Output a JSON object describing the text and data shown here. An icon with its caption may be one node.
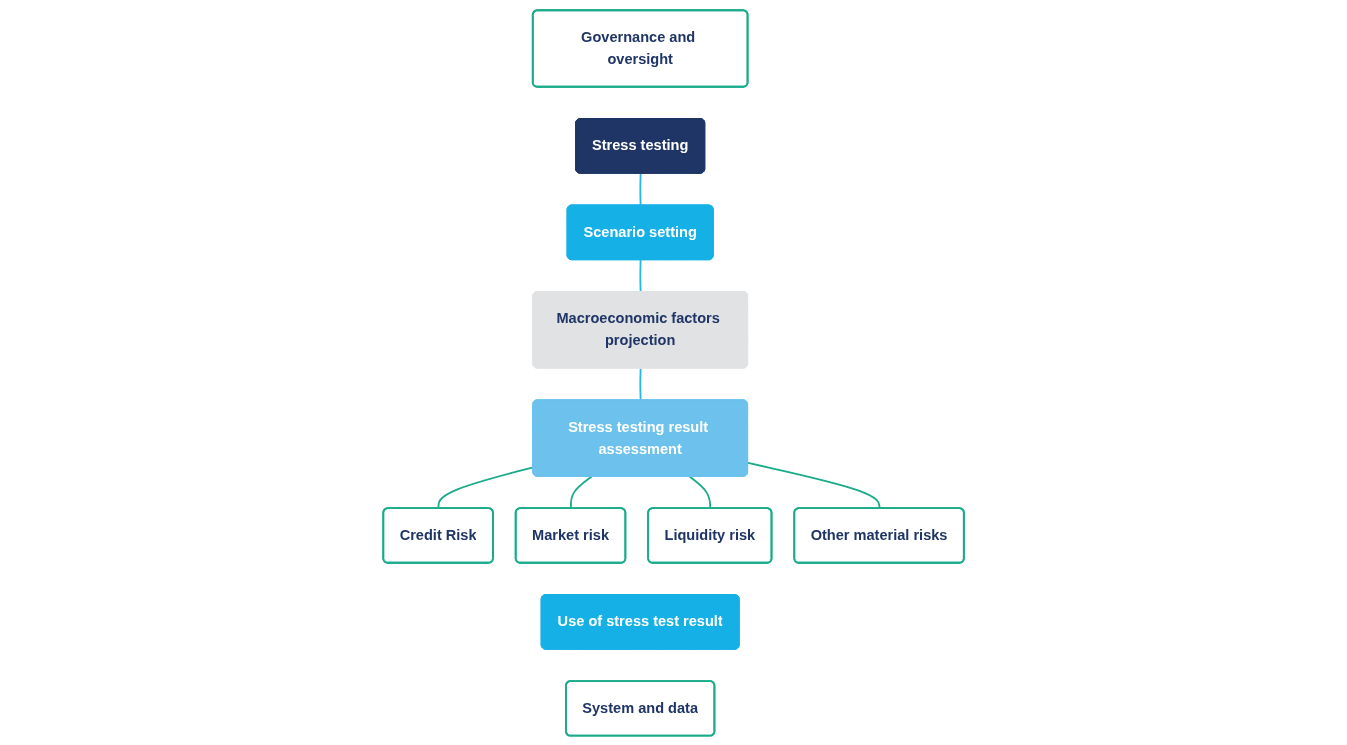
{
  "diagram": {
    "nodes": [
      {
        "text": [
          "Governance and oversight"
        ]
      },
      {
        "text": [
          "Stress testing"
        ]
      },
      {
        "text": [
          "Scenario setting"
        ]
      },
      {
        "text": [
          "Macroeconomic factors projection"
        ]
      },
      {
        "text": [
          "Stress testing result assessment"
        ]
      },
      {
        "text": [
          "Credit Risk"
        ]
      },
      {
        "text": [
          "Market risk"
        ]
      },
      {
        "text": [
          "Liquidity risk"
        ]
      },
      {
        "text": [
          "Other material risks"
        ]
      },
      {
        "text": [
          "Use of stress test result"
        ]
      },
      {
        "text": [
          "System and data"
        ]
      }
    ],
    "edges": [
      {
        "from": 1,
        "to": 2,
        "arrow": "none",
        "color": "#29b5e8"
      },
      {
        "from": 2,
        "to": 3,
        "arrow": "none",
        "color": "#29b5e8"
      },
      {
        "from": 3,
        "to": 4,
        "arrow": "none",
        "color": "#29b5e8"
      },
      {
        "from": 4,
        "to": 5,
        "arrow": "none"
      },
      {
        "from": 4,
        "to": 6,
        "arrow": "none"
      },
      {
        "from": 4,
        "to": 7,
        "arrow": "none"
      },
      {
        "from": 4,
        "to": 8,
        "arrow": "none"
      }
    ]
  }
}
